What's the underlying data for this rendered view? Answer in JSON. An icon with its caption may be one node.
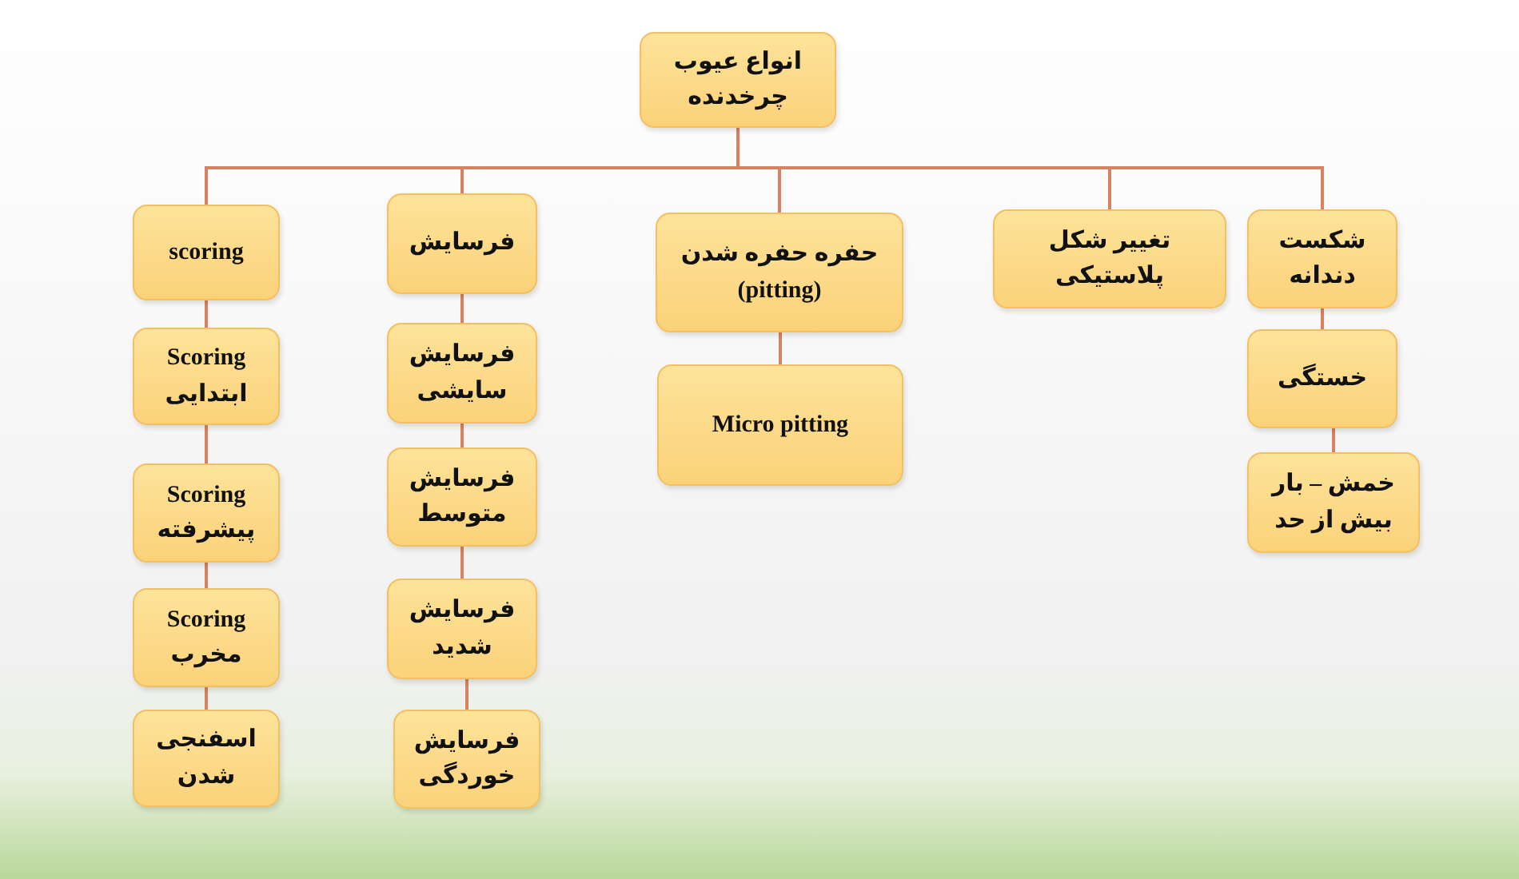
{
  "diagram": {
    "nodes": [
      {
        "text": [
          "انواع عیوب چرخدنده"
        ]
      },
      {
        "text": [
          "scoring"
        ]
      },
      {
        "text": [
          "Scoring ابتدایی"
        ]
      },
      {
        "text": [
          "Scoring پیشرفته"
        ]
      },
      {
        "text": [
          "Scoring مخرب"
        ]
      },
      {
        "text": [
          "اسفنجی شدن"
        ]
      },
      {
        "text": [
          "فرسایش"
        ]
      },
      {
        "text": [
          "فرسایش سایشی"
        ]
      },
      {
        "text": [
          "فرسایش متوسط"
        ]
      },
      {
        "text": [
          "فرسایش شدید"
        ]
      },
      {
        "text": [
          "فرسایش خوردگی"
        ]
      },
      {
        "text": [
          "حفره حفره شدن (pitting)"
        ]
      },
      {
        "text": [
          "Micro pitting"
        ]
      },
      {
        "text": [
          "تغییر شکل پلاستیکی"
        ]
      },
      {
        "text": [
          "شکست دندانه"
        ]
      },
      {
        "text": [
          "خستگی"
        ]
      },
      {
        "text": [
          "خمش – بار بیش از حد"
        ]
      }
    ],
    "edges": [
      {
        "from": 0,
        "to": 1,
        "arrow": "none"
      },
      {
        "from": 0,
        "to": 6,
        "arrow": "none"
      },
      {
        "from": 0,
        "to": 11,
        "arrow": "none"
      },
      {
        "from": 0,
        "to": 13,
        "arrow": "none"
      },
      {
        "from": 0,
        "to": 14,
        "arrow": "none"
      },
      {
        "from": 1,
        "to": 2,
        "arrow": "none"
      },
      {
        "from": 2,
        "to": 3,
        "arrow": "none"
      },
      {
        "from": 3,
        "to": 4,
        "arrow": "none"
      },
      {
        "from": 4,
        "to": 5,
        "arrow": "none"
      },
      {
        "from": 6,
        "to": 7,
        "arrow": "none"
      },
      {
        "from": 7,
        "to": 8,
        "arrow": "none"
      },
      {
        "from": 8,
        "to": 9,
        "arrow": "none"
      },
      {
        "from": 9,
        "to": 10,
        "arrow": "none"
      },
      {
        "from": 11,
        "to": 12,
        "arrow": "none"
      },
      {
        "from": 14,
        "to": 15,
        "arrow": "none"
      },
      {
        "from": 15,
        "to": 16,
        "arrow": "none"
      }
    ]
  }
}
